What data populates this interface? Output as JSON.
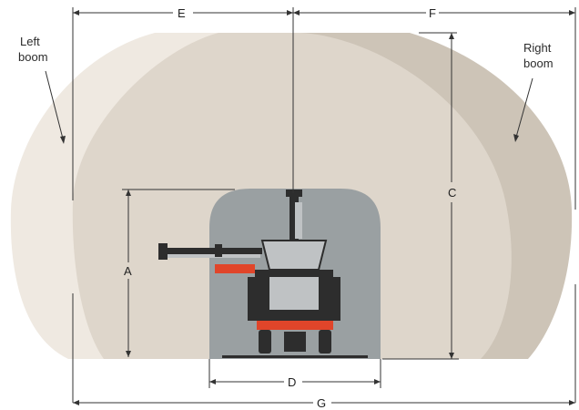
{
  "labels": {
    "left_boom": [
      "Left",
      "boom"
    ],
    "right_boom": [
      "Right",
      "boom"
    ],
    "dim_a": "A",
    "dim_c": "C",
    "dim_d": "D",
    "dim_e": "E",
    "dim_f": "F",
    "dim_g": "G"
  },
  "colors": {
    "left_boom_area": "#efe9e1",
    "right_boom_area": "#cdc4b7",
    "coverage_area": "#ded6cb",
    "tunnel_section": "#9aa0a2",
    "machine_dark": "#2d2d2d",
    "machine_accent": "#e0452a",
    "machine_light": "#bfc2c4"
  }
}
